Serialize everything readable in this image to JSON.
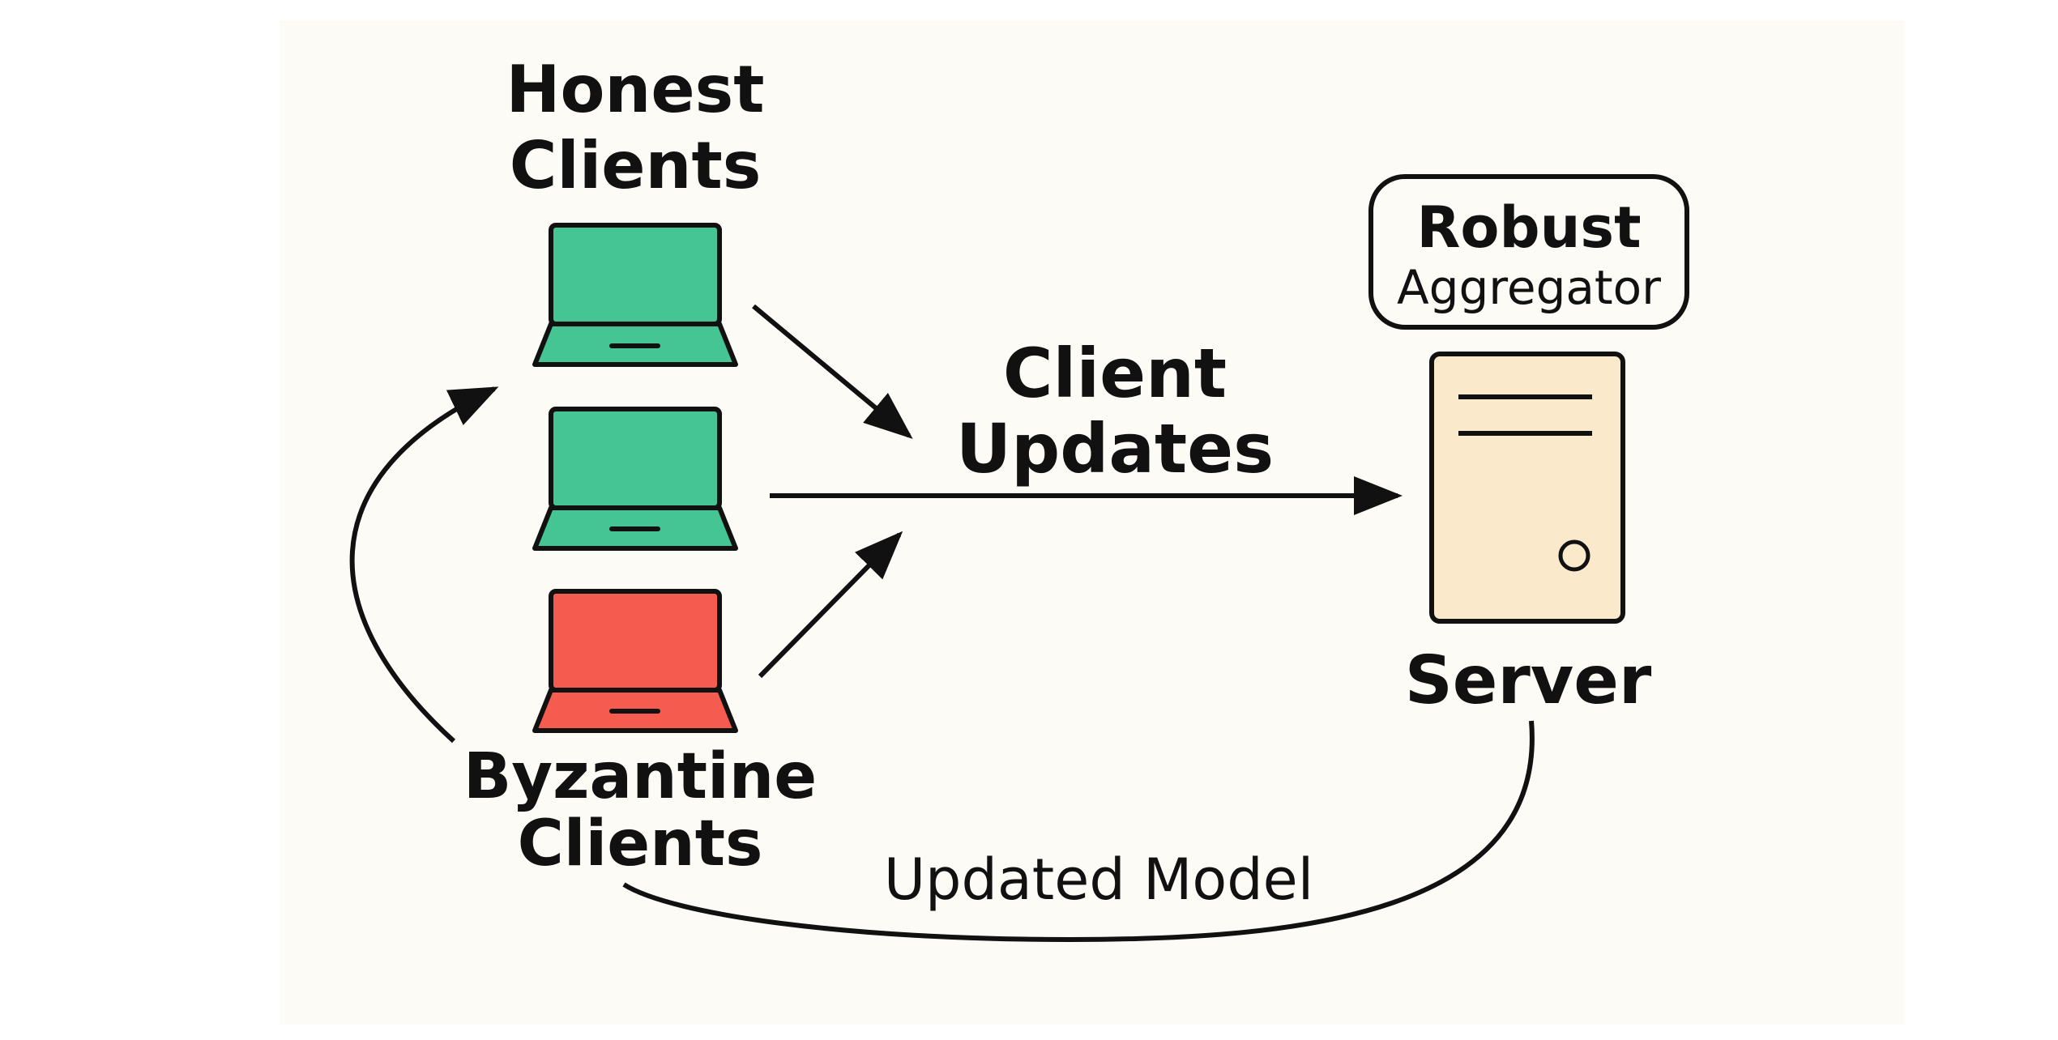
{
  "nodes": {
    "honest_clients": {
      "line1": "Honest",
      "line2": "Clients"
    },
    "byzantine_clients": {
      "line1": "Byzantine",
      "line2": "Clients"
    },
    "server": {
      "label": "Server"
    },
    "aggregator": {
      "line1": "Robust",
      "line2": "Aggregator"
    }
  },
  "edges": {
    "client_updates": {
      "line1": "Client",
      "line2": "Updates"
    },
    "updated_model": {
      "label": "Updated Model"
    }
  },
  "colors": {
    "honest": "#45c594",
    "byzantine": "#f55c4f",
    "server": "#fbe9cc",
    "stroke": "#111111",
    "background": "#fdfbf6"
  }
}
